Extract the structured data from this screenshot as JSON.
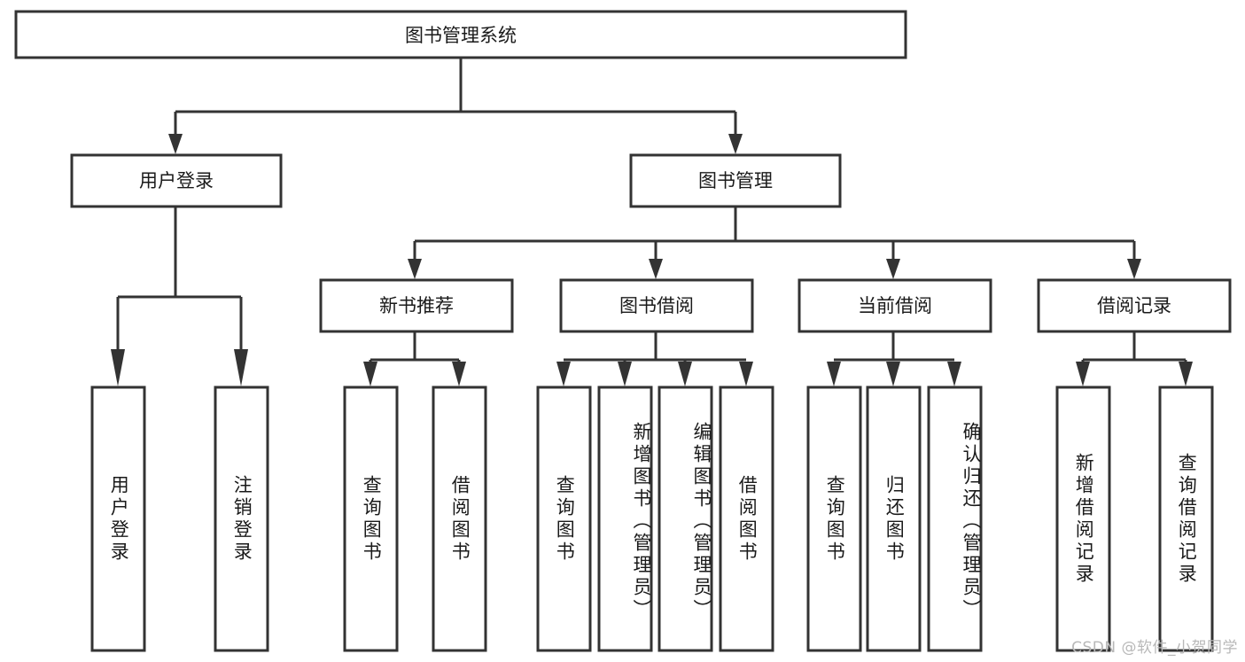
{
  "diagram": {
    "type": "tree-hierarchy",
    "title": "图书管理系统",
    "orientation": "top-down",
    "colors": {
      "box_stroke": "#333333",
      "box_fill": "#ffffff",
      "text": "#1a1a1a",
      "background": "#ffffff",
      "watermark": "#b8b8b8"
    },
    "root": {
      "label": "图书管理系统"
    },
    "level2": [
      {
        "label": "用户登录"
      },
      {
        "label": "图书管理"
      }
    ],
    "level3": [
      {
        "label": "新书推荐"
      },
      {
        "label": "图书借阅"
      },
      {
        "label": "当前借阅"
      },
      {
        "label": "借阅记录"
      }
    ],
    "leaves": {
      "user_login": [
        {
          "label": "用户登录"
        },
        {
          "label": "注销登录"
        }
      ],
      "new_book_recommend": [
        {
          "label": "查询图书"
        },
        {
          "label": "借阅图书"
        }
      ],
      "book_borrow": [
        {
          "label": "查询图书"
        },
        {
          "label": "新增图书（管理员）"
        },
        {
          "label": "编辑图书（管理员）"
        },
        {
          "label": "借阅图书"
        }
      ],
      "current_borrow": [
        {
          "label": "查询图书"
        },
        {
          "label": "归还图书"
        },
        {
          "label": "确认归还（管理员）"
        }
      ],
      "borrow_record": [
        {
          "label": "新增借阅记录"
        },
        {
          "label": "查询借阅记录"
        }
      ]
    },
    "watermark": "CSDN @软件_小贺同学"
  }
}
